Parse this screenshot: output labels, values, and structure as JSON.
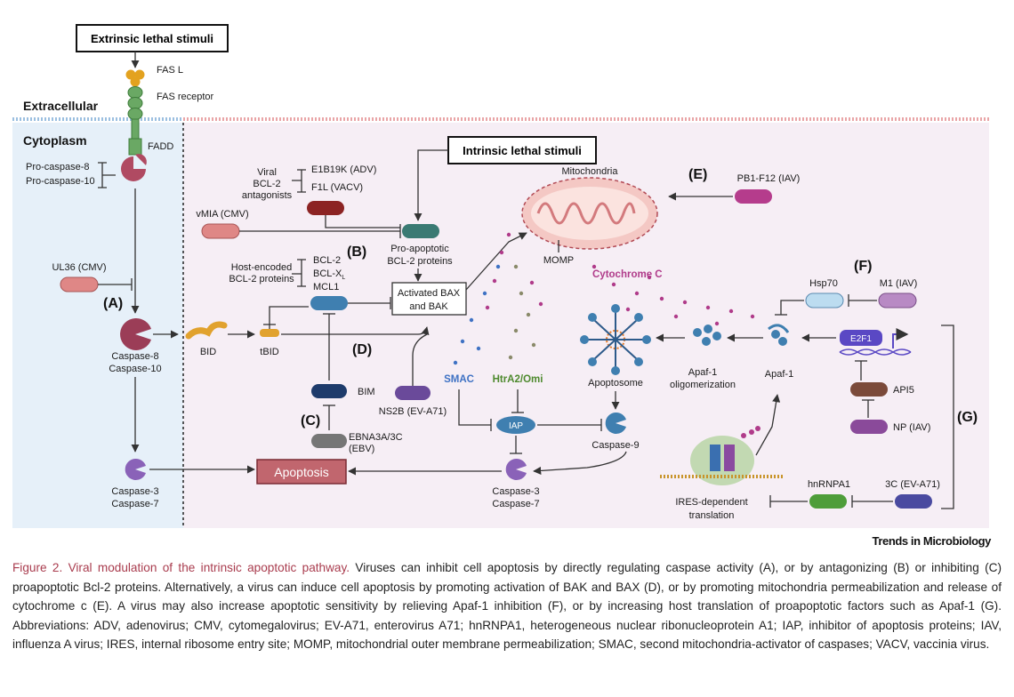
{
  "regions": {
    "extracellular": "Extracellular",
    "cytoplasm": "Cytoplasm"
  },
  "boxes": {
    "extrinsic": "Extrinsic lethal stimuli",
    "intrinsic": "Intrinsic lethal stimuli",
    "apoptosis": "Apoptosis",
    "activated_bax_line1": "Activated BAX",
    "activated_bax_line2": "and BAK"
  },
  "labels": {
    "fas_l": "FAS L",
    "fas_receptor": "FAS receptor",
    "fadd": "FADD",
    "pro_caspase_8": "Pro-caspase-8",
    "pro_caspase_10": "Pro-caspase-10",
    "viral": "Viral",
    "bcl2": "BCL-2",
    "antagonists": "antagonists",
    "e1b19k": "E1B19K (ADV)",
    "f1l": "F1L (VACV)",
    "vmia": "vMIA (CMV)",
    "ul36": "UL36 (CMV)",
    "host_encoded": "Host-encoded",
    "bcl2_proteins": "BCL-2 proteins",
    "host_bcl2": "BCL-2",
    "bcl_x": "BCL-X",
    "bcl_x_sub": "L",
    "mcl1": "MCL1",
    "pro_apoptotic": "Pro-apoptotic",
    "pro_apoptotic_line2": "BCL-2 proteins",
    "mitochondria": "Mitochondria",
    "momp": "MOMP",
    "cytochrome_c": "Cytochrome C",
    "pb1_f12": "PB1-F12 (IAV)",
    "hsp70": "Hsp70",
    "m1": "M1 (IAV)",
    "caspase_8": "Caspase-8",
    "caspase_10": "Caspase-10",
    "bid": "BID",
    "tbid": "tBID",
    "bim": "BIM",
    "ebna": "EBNA3A/3C",
    "ebv": "(EBV)",
    "ns2b": "NS2B (EV-A71)",
    "smac": "SMAC",
    "htra2": "HtrA2/Omi",
    "iap": "IAP",
    "apoptosome": "Apoptosome",
    "apaf1_olig_1": "Apaf-1",
    "apaf1_olig_2": "oligomerization",
    "apaf1": "Apaf-1",
    "e2f1": "E2F1",
    "api5": "API5",
    "np": "NP (IAV)",
    "caspase_9": "Caspase-9",
    "caspase_3": "Caspase-3",
    "caspase_7": "Caspase-7",
    "caspase_3b": "Caspase-3",
    "caspase_7b": "Caspase-7",
    "ires_1": "IRES-dependent",
    "ires_2": "translation",
    "hnrnpa1": "hnRNPA1",
    "three_c": "3C (EV-A71)"
  },
  "tags": {
    "a": "(A)",
    "b": "(B)",
    "c": "(C)",
    "d": "(D)",
    "e": "(E)",
    "f": "(F)",
    "g": "(G)"
  },
  "journal": "Trends in Microbiology",
  "caption": {
    "title": "Figure 2. Viral modulation of the intrinsic apoptotic pathway.",
    "body": " Viruses can inhibit cell apoptosis by directly regulating caspase activity (A), or by antagonizing (B) or inhibiting (C) proapoptotic Bcl-2 proteins. Alternatively, a virus can induce cell apoptosis by promoting activation of BAK and BAX (D), or by promoting mitochondria permeabilization and release of cytochrome c (E). A virus may also increase apoptotic sensitivity by relieving Apaf-1 inhibition (F), or by increasing host translation of proapoptotic factors such as Apaf-1 (G). Abbreviations: ADV, adenovirus; CMV, cytomegalovirus; EV-A71, enterovirus A71; hnRNPA1, heterogeneous nuclear ribonucleoprotein A1; IAP, inhibitor of apoptosis proteins; IAV, influenza A virus; IRES, internal ribosome entry site; MOMP, mitochondrial outer membrane permeabilization; SMAC, second mitochondria-activator of caspases; VACV, vaccinia virus."
  },
  "colors": {
    "extracellular_bg": "#e6f0f9",
    "cytoplasm_bg": "#f6eef5",
    "membrane": "#e9a5a7",
    "green": "#5d9b58",
    "maroon": "#9b3d57",
    "salmon": "#df8786",
    "dark_red": "#8c2323",
    "teal": "#3a7a73",
    "blue": "#3f7fb0",
    "navy": "#1e3b6b",
    "gray": "#767676",
    "purple": "#6a4a9a",
    "magenta": "#b53c8c",
    "light_blue": "#bcdcf0",
    "mauve": "#b88ac4",
    "brown": "#7b4a3a",
    "violet": "#8a4a9a",
    "lime": "#4e9d3a",
    "indigo": "#4a4aa0",
    "cyt_c": "#b03b8a"
  }
}
